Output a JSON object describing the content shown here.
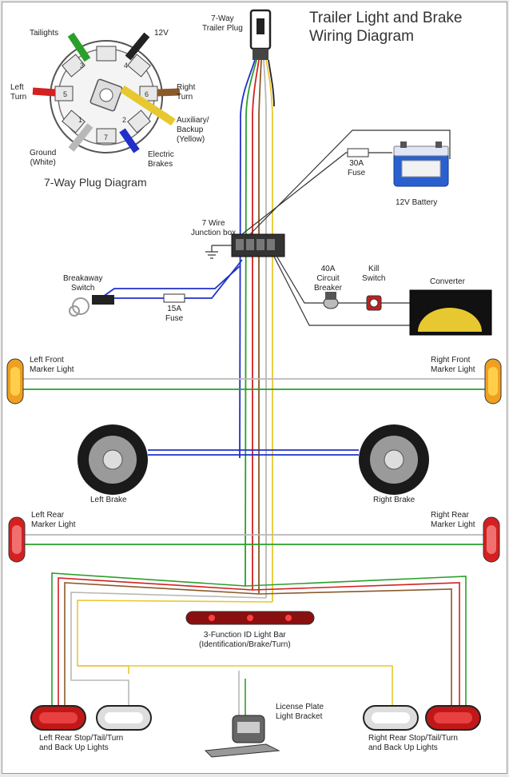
{
  "title_line1": "Trailer Light and Brake",
  "title_line2": "Wiring Diagram",
  "plug_diagram": {
    "caption": "7-Way Plug Diagram",
    "taillights": "Tailights",
    "v12": "12V",
    "left_turn": [
      "Left",
      "Turn"
    ],
    "right_turn": [
      "Right",
      "Turn"
    ],
    "auxiliary": [
      "Auxiliary/",
      "Backup",
      "(Yellow)"
    ],
    "ground": [
      "Ground",
      "(White)"
    ],
    "electric_brakes": [
      "Electric",
      "Brakes"
    ],
    "pins": [
      "1",
      "2",
      "3",
      "4",
      "5",
      "6",
      "7"
    ]
  },
  "trailer_plug": [
    "7-Way",
    "Trailer Plug"
  ],
  "fuse_30a": [
    "30A",
    "Fuse"
  ],
  "battery": "12V Battery",
  "junction_box": [
    "7 Wire",
    "Junction box"
  ],
  "breakaway": [
    "Breakaway",
    "Switch"
  ],
  "fuse_15a": [
    "15A",
    "Fuse"
  ],
  "circuit_breaker": [
    "40A",
    "Circuit",
    "Breaker"
  ],
  "kill_switch": [
    "Kill",
    "Switch"
  ],
  "converter": "Converter",
  "left_front_marker": [
    "Left Front",
    "Marker Light"
  ],
  "right_front_marker": [
    "Right Front",
    "Marker Light"
  ],
  "left_brake": "Left Brake",
  "right_brake": "Right Brake",
  "left_rear_marker": [
    "Left Rear",
    "Marker Light"
  ],
  "right_rear_marker": [
    "Right Rear",
    "Marker Light"
  ],
  "id_bar": [
    "3-Function ID Light Bar",
    "(Identification/Brake/Turn)"
  ],
  "license_plate": [
    "License Plate",
    "Light Bracket"
  ],
  "left_rear_lights": [
    "Left Rear Stop/Tail/Turn",
    "and Back Up Lights"
  ],
  "right_rear_lights": [
    "Right Rear Stop/Tail/Turn",
    "and Back Up Lights"
  ],
  "wire_colors": {
    "green": "#2aa02a",
    "brown": "#8b5a2b",
    "red": "#d42020",
    "blue": "#2030c8",
    "yellow": "#e8c830",
    "white": "#b8b8b8",
    "black": "#222222"
  }
}
